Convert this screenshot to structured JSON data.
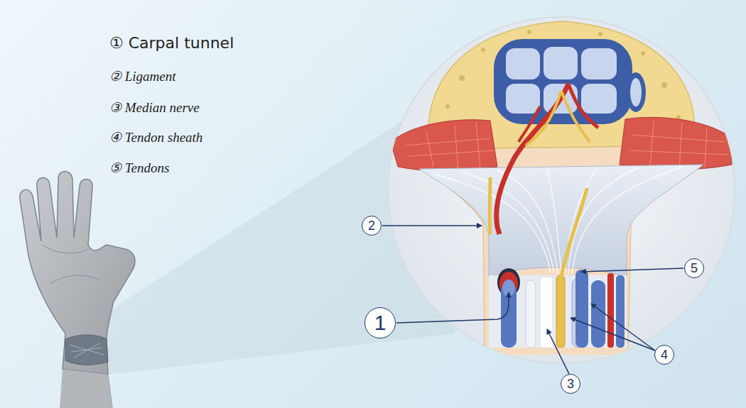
{
  "diagram": {
    "nodes": [
      {
        "text": [
          "2"
        ]
      },
      {
        "text": [
          "5"
        ]
      },
      {
        "text": [
          "1"
        ]
      },
      {
        "text": [
          "4"
        ]
      },
      {
        "text": [
          "3"
        ]
      }
    ],
    "labels": [
      "① Carpal tunnel",
      "② Ligament",
      "③ Median nerve",
      "④ Tendon sheath",
      "⑤ Tendons"
    ]
  }
}
